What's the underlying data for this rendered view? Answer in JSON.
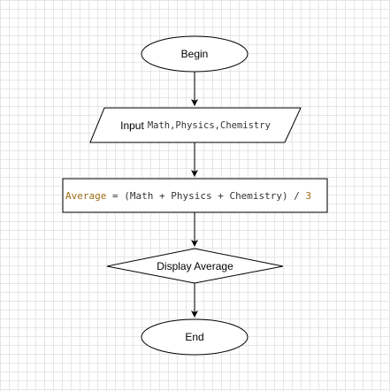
{
  "flowchart": {
    "start": {
      "label": "Begin"
    },
    "input": {
      "keyword": "Input",
      "variables": "Math,Physics,Chemistry"
    },
    "process": {
      "target": "Average",
      "operator": " = ",
      "expression": "(Math + Physics + Chemistry) / ",
      "divisor": "3"
    },
    "decision": {
      "label": "Display Average"
    },
    "end": {
      "label": "End"
    }
  },
  "colors": {
    "stroke": "#000000",
    "fill": "#ffffff",
    "grid": "#e6e6e6",
    "variable_highlight": "#9a6a12",
    "code_text": "#333333"
  }
}
